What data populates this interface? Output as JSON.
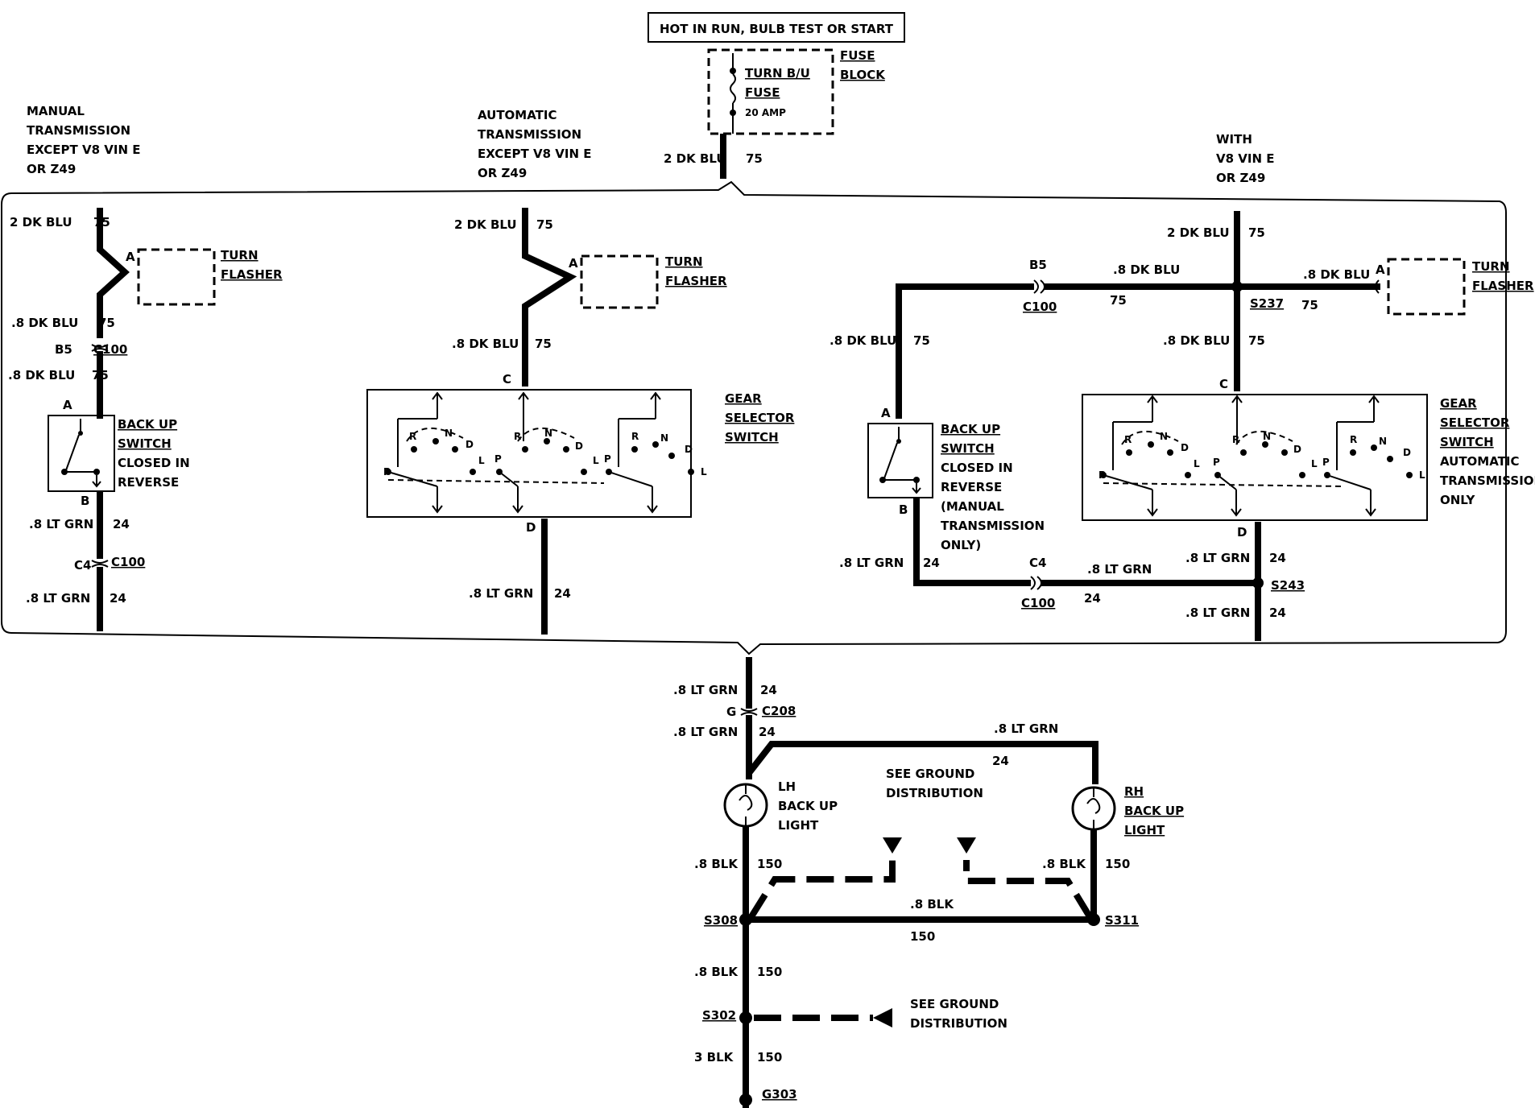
{
  "top_power": {
    "title": "HOT IN RUN, BULB TEST OR START",
    "fuse_name_1": "TURN B/U",
    "fuse_name_2": "FUSE",
    "fuse_rating": "20 AMP",
    "fuse_block_1": "FUSE",
    "fuse_block_2": "BLOCK",
    "feed_wire": "2 DK BLU",
    "feed_circuit": "75"
  },
  "manual": {
    "title_1": "MANUAL",
    "title_2": "TRANSMISSION",
    "title_3": "EXCEPT V8 VIN E",
    "title_4": "OR Z49",
    "wire_in": "2 DK BLU",
    "circuit_in": "75",
    "pin_a_flasher": "A",
    "flasher_1": "TURN",
    "flasher_2": "FLASHER",
    "wire_mid": ".8 DK BLU",
    "circuit_mid": "75",
    "conn_pin_1": "B5",
    "conn_name_1": "C100",
    "wire_mid2": ".8 DK BLU",
    "circuit_mid2": "75",
    "pin_a": "A",
    "switch_1": "BACK UP",
    "switch_2": "SWITCH",
    "switch_3": "CLOSED IN",
    "switch_4": "REVERSE",
    "pin_b": "B",
    "wire_out": ".8 LT GRN",
    "circuit_out": "24",
    "conn_pin_2": "C4",
    "conn_name_2": "C100",
    "wire_out2": ".8 LT GRN",
    "circuit_out2": "24"
  },
  "automatic": {
    "title_1": "AUTOMATIC",
    "title_2": "TRANSMISSION",
    "title_3": "EXCEPT V8 VIN E",
    "title_4": "OR Z49",
    "wire_in": "2 DK BLU",
    "circuit_in": "75",
    "pin_a_flasher": "A",
    "flasher_1": "TURN",
    "flasher_2": "FLASHER",
    "wire_mid": ".8 DK BLU",
    "circuit_mid": "75",
    "pin_c": "C",
    "gear_1": "GEAR",
    "gear_2": "SELECTOR",
    "gear_3": "SWITCH",
    "pin_d": "D",
    "wire_out": ".8 LT GRN",
    "circuit_out": "24",
    "positions": [
      "P",
      "R",
      "N",
      "D",
      "L"
    ]
  },
  "v8": {
    "title_1": "WITH",
    "title_2": "V8 VIN E",
    "title_3": "OR Z49",
    "wire_in": "2 DK BLU",
    "circuit_in": "75",
    "conn_pin_1": "B5",
    "conn_name_1": "C100",
    "wire_top": ".8 DK BLU",
    "circuit_top": "75",
    "splice_1": "S237",
    "wire_flasher": ".8 DK BLU",
    "circuit_flasher": "75",
    "pin_a_flasher": "A",
    "flasher_1": "TURN",
    "flasher_2": "FLASHER",
    "wire_left": ".8 DK BLU",
    "circuit_left": "75",
    "wire_right": ".8 DK BLU",
    "circuit_right": "75",
    "pin_a": "A",
    "switch_1": "BACK UP",
    "switch_2": "SWITCH",
    "switch_3": "CLOSED IN",
    "switch_4": "REVERSE",
    "switch_5": "(MANUAL",
    "switch_6": "TRANSMISSION",
    "switch_7": "ONLY)",
    "pin_b": "B",
    "pin_c": "C",
    "pin_d": "D",
    "gear_1": "GEAR",
    "gear_2": "SELECTOR",
    "gear_3": "SWITCH",
    "gear_4": "AUTOMATIC",
    "gear_5": "TRANSMISSION",
    "gear_6": "ONLY",
    "wire_sw_out": ".8 LT GRN",
    "circuit_sw_out": "24",
    "conn_pin_2": "C4",
    "conn_name_2": "C100",
    "wire_bottom": ".8 LT GRN",
    "circuit_bottom": "24",
    "splice_2": "S243",
    "wire_d": ".8 LT GRN",
    "circuit_d": "24",
    "wire_d2": ".8 LT GRN",
    "circuit_d2": "24"
  },
  "lights": {
    "wire_in": ".8 LT GRN",
    "circuit_in": "24",
    "conn_pin": "G",
    "conn_name": "C208",
    "wire_after": ".8 LT GRN",
    "circuit_after": "24",
    "wire_rh": ".8 LT GRN",
    "circuit_rh": "24",
    "lh_1": "LH",
    "lh_2": "BACK UP",
    "lh_3": "LIGHT",
    "rh_1": "RH",
    "rh_2": "BACK UP",
    "rh_3": "LIGHT",
    "see_ground_1": "SEE GROUND",
    "see_ground_2": "DISTRIBUTION",
    "wire_lh_gnd": ".8 BLK",
    "circuit_lh_gnd": "150",
    "wire_rh_gnd": ".8 BLK",
    "circuit_rh_gnd": "150",
    "splice_lh": "S308",
    "splice_rh": "S311",
    "wire_cross": ".8 BLK",
    "circuit_cross": "150",
    "wire_down": ".8 BLK",
    "circuit_down": "150",
    "splice_down": "S302",
    "see_ground_3": "SEE GROUND",
    "see_ground_4": "DISTRIBUTION",
    "wire_last": "3 BLK",
    "circuit_last": "150",
    "ground": "G303"
  }
}
